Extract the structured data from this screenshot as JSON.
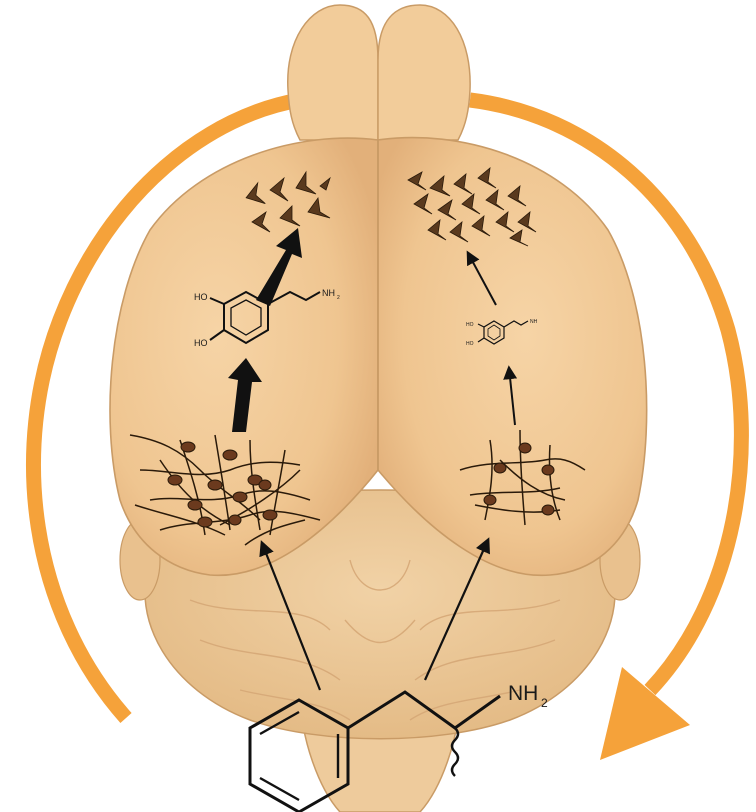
{
  "labels": {
    "big_nh2_main": "NH",
    "big_nh2_sub": "2",
    "left_ho_top": "HO",
    "left_ho_bottom": "HO",
    "left_nh2_main": "NH",
    "left_nh2_sub": "2",
    "right_ho_top": "HO",
    "right_ho_bottom": "HO",
    "right_nh": "NH"
  },
  "colors": {
    "background": "#ffffff",
    "cycle_arrow": "#F5A23A",
    "brain_fill": "#F2CC9A",
    "brain_shade": "#E7B57F",
    "brain_outline": "#B98A5A",
    "neuron_body": "#6B3A1E",
    "ink": "#111111"
  }
}
